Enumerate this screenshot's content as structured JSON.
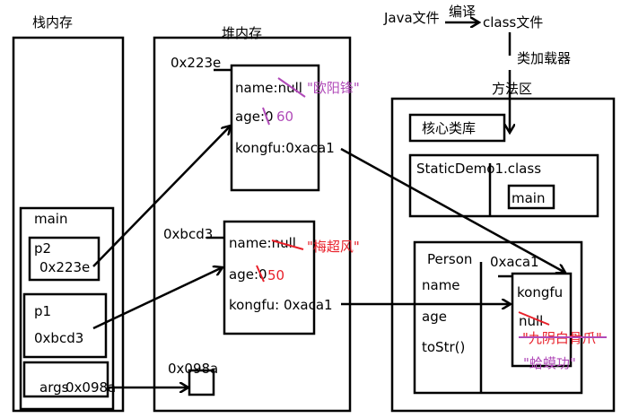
{
  "colors": {
    "purple": "#b04ab8",
    "red": "#e8202a",
    "line": "#000000"
  },
  "top_flow": {
    "java_file": "Java文件",
    "compile": "编译",
    "class_file": "class文件",
    "class_loader": "类加载器"
  },
  "stack": {
    "title": "栈内存",
    "main_label": "main",
    "p2": {
      "name": "p2",
      "value": "0x223e"
    },
    "p1": {
      "name": "p1",
      "value": "0xbcd3"
    },
    "args": {
      "name": "args",
      "value": "0x098a"
    }
  },
  "heap": {
    "title": "堆内存",
    "obj1": {
      "address": "0x223e",
      "name": "name:null",
      "name_new": "\"欧阳锋\"",
      "age": "age:0",
      "age_new": "60",
      "kongfu": "kongfu:0xaca1"
    },
    "obj2": {
      "address": "0xbcd3",
      "name": "name:null",
      "name_new": "\"梅超风\"",
      "age": "age:0",
      "age_new": "50",
      "kongfu": "kongfu:  0xaca1"
    },
    "args_array": {
      "address": "0x098a"
    }
  },
  "method_area": {
    "title": "方法区",
    "core_lib": "核心类库",
    "static_demo": {
      "title": "StaticDemo1.class",
      "main": "main"
    },
    "person": {
      "title": "Person",
      "fields": [
        "name",
        "age",
        "toStr()"
      ],
      "static_address": "0xaca1",
      "kongfu_label": "kongfu",
      "kongfu_values": [
        "null",
        "\"九阴白骨爪\"",
        "\"蛤蟆功\""
      ]
    }
  }
}
